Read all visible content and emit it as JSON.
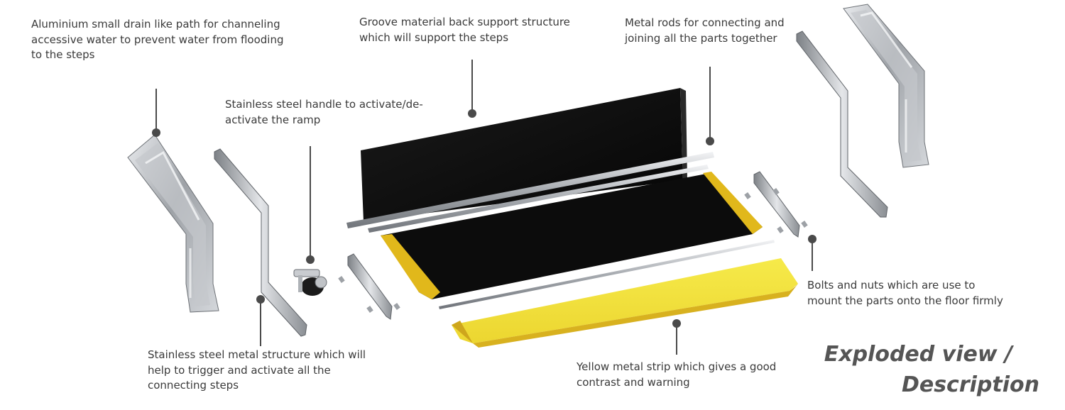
{
  "captions": {
    "drain": "Aluminium small drain like path for channeling\naccessive water to prevent water from flooding\nto the steps",
    "groove": "Groove material back support structure\nwhich will support the steps",
    "rods": "Metal rods for connecting and\njoining all the parts together",
    "handle": "Stainless steel handle to activate/de-\nactivate the ramp",
    "bolts": "Bolts and nuts which are use to\nmount the parts onto the floor firmly",
    "structure": "Stainless steel metal structure which will\nhelp to trigger and activate all the\nconnecting steps",
    "strip": "Yellow metal strip which gives a good\ncontrast and warning"
  },
  "title": {
    "line1": "Exploded view /",
    "line2": "Description"
  },
  "colors": {
    "leader": "#4a4a4a",
    "step_black": "#0b0b0b",
    "step_yellow": "#e8c21a",
    "strip_yellow": "#f3e33a",
    "strip_shadow": "#d9b21f",
    "metal": "#b9bcc0",
    "metal_dark": "#6f7378"
  },
  "icons": [
    "drain-channel-left",
    "drain-channel-right",
    "metal-bracket-left",
    "metal-bracket-right",
    "handle",
    "rods",
    "bolts",
    "yellow-strip",
    "step-plate",
    "back-support"
  ]
}
